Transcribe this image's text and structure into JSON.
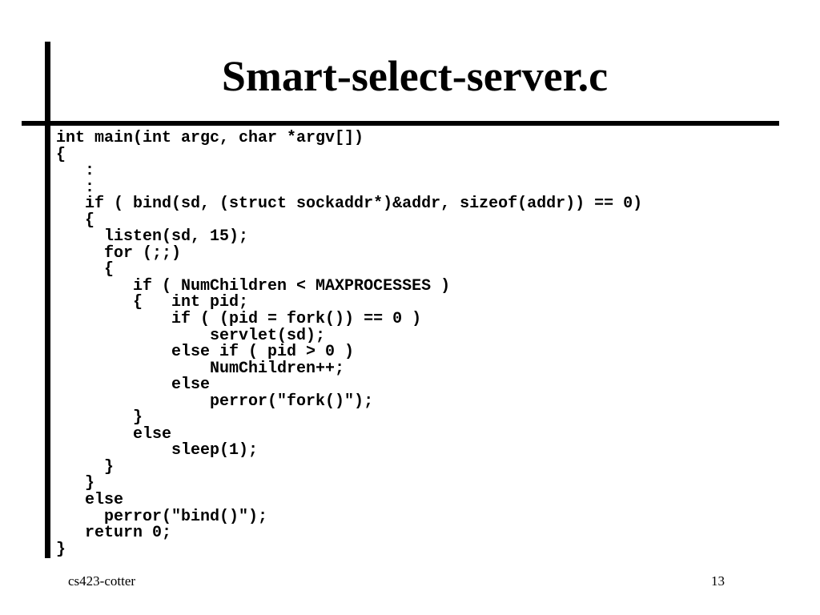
{
  "slide": {
    "title": "Smart-select-server.c",
    "code_lines": [
      "int main(int argc, char *argv[])",
      "{",
      "   :",
      "   :",
      "   if ( bind(sd, (struct sockaddr*)&addr, sizeof(addr)) == 0)",
      "   {",
      "     listen(sd, 15);",
      "     for (;;)",
      "     {",
      "        if ( NumChildren < MAXPROCESSES )",
      "        {   int pid;",
      "            if ( (pid = fork()) == 0 )",
      "                servlet(sd);",
      "            else if ( pid > 0 )",
      "                NumChildren++;",
      "            else",
      "                perror(\"fork()\");",
      "        }",
      "        else",
      "            sleep(1);",
      "     }",
      "   }",
      "   else",
      "     perror(\"bind()\");",
      "   return 0;",
      "}"
    ],
    "footer": {
      "course": "cs423-cotter",
      "page_number": "13"
    }
  }
}
